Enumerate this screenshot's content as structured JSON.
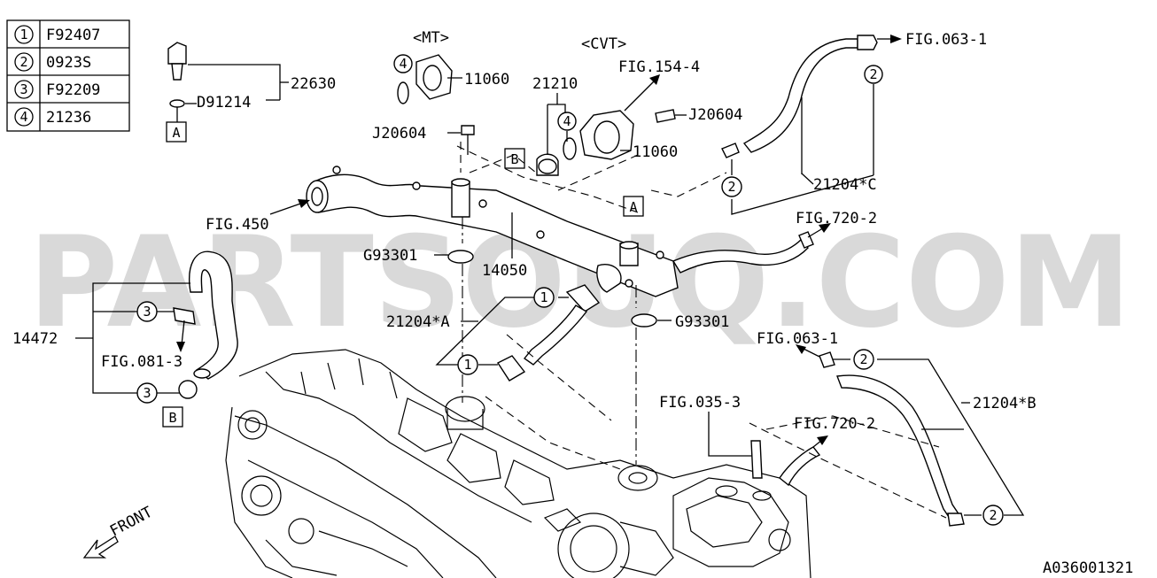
{
  "legend": [
    {
      "num": "1",
      "code": "F92407"
    },
    {
      "num": "2",
      "code": "0923S"
    },
    {
      "num": "3",
      "code": "F92209"
    },
    {
      "num": "4",
      "code": "21236"
    }
  ],
  "labels": {
    "l22630": "22630",
    "lD91214": "D91214",
    "lMT": "<MT>",
    "l11060a": "11060",
    "lCVT": "<CVT>",
    "l21210": "21210",
    "lFig154": "FIG.154-4",
    "lJ20604a": "J20604",
    "lJ20604b": "J20604",
    "l11060b": "11060",
    "lFig063a": "FIG.063-1",
    "l21204C": "21204*C",
    "lFig450": "FIG.450",
    "lFig720a": "FIG.720-2",
    "lG93301a": "G93301",
    "l14050": "14050",
    "l21204A": "21204*A",
    "lG93301b": "G93301",
    "l14472": "14472",
    "lFig081": "FIG.081-3",
    "lFig063b": "FIG.063-1",
    "l21204B": "21204*B",
    "lFig035": "FIG.035-3",
    "lFig720b": "FIG.720-2",
    "lFront": "FRONT",
    "lCode": "A036001321"
  },
  "refs": {
    "boxA1": "A",
    "boxA2": "A",
    "boxB1": "B",
    "boxB2": "B"
  },
  "circles": {
    "c4a": "4",
    "c4b": "4",
    "c2a": "2",
    "c2b": "2",
    "c2c": "2",
    "c2d": "2",
    "c1a": "1",
    "c1b": "1",
    "c3a": "3",
    "c3b": "3"
  },
  "watermark": "PARTSOUQ.COM"
}
